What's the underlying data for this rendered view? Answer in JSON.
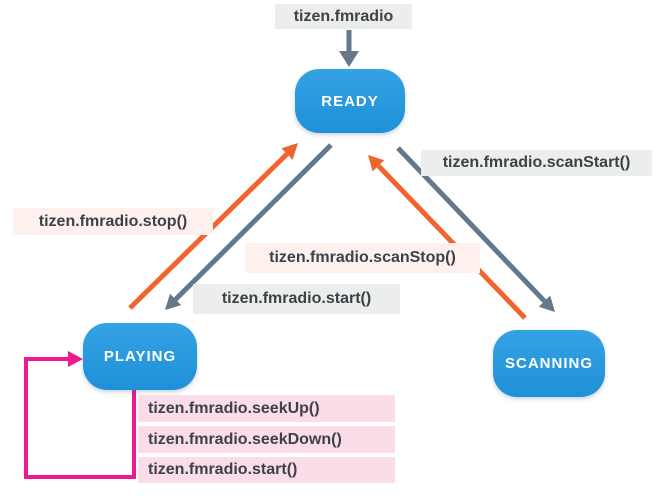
{
  "colors": {
    "node_blue_top": "#35a2e3",
    "node_blue_bottom": "#1f90d8",
    "arrow_gray": "#64788a",
    "arrow_orange": "#f1642f",
    "loop_magenta": "#ec1a8f",
    "label_gray_bg": "#eceeee",
    "label_peach_bg": "#fdf0ed",
    "label_pink_bg": "#fbdce9",
    "label_text": "#3d4247",
    "node_text": "#ffffff"
  },
  "states": {
    "ready": "READY",
    "playing": "PLAYING",
    "scanning": "SCANNING"
  },
  "transitions": {
    "init": "tizen.fmradio",
    "stop": "tizen.fmradio.stop()",
    "start": "tizen.fmradio.start()",
    "scan_start": "tizen.fmradio.scanStart()",
    "scan_stop": "tizen.fmradio.scanStop()",
    "seek_up": "tizen.fmradio.seekUp()",
    "seek_down": "tizen.fmradio.seekDown()",
    "loop_start": "tizen.fmradio.start()"
  }
}
